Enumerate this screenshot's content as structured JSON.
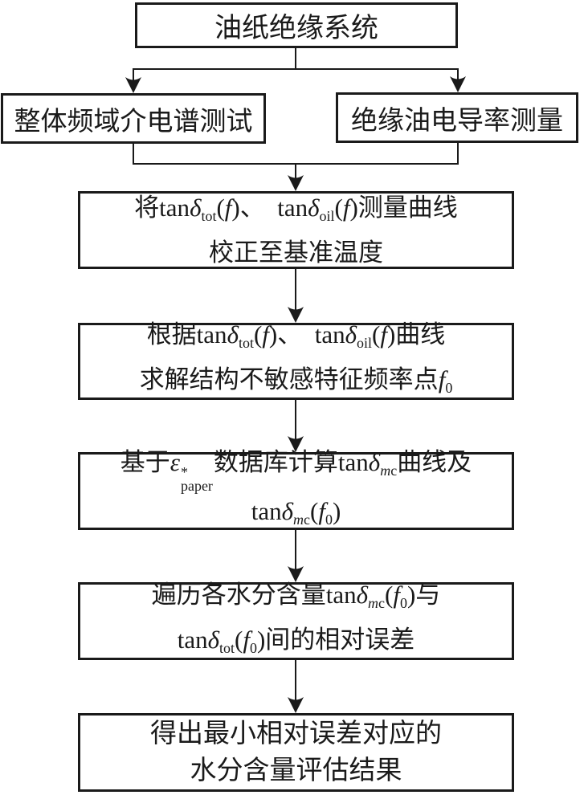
{
  "colors": {
    "ink": "#1a1a1a",
    "background": "#ffffff"
  },
  "flow": {
    "system": {
      "label": "油纸绝缘系统"
    },
    "fds_test": {
      "label": "整体频域介电谱测试"
    },
    "oil_conductivity": {
      "label": "绝缘油电导率测量"
    },
    "temp_correction": {
      "lines": [
        [
          {
            "t": "将tan"
          },
          {
            "t": "δ",
            "s": "i"
          },
          {
            "t": "tot",
            "s": "sub"
          },
          {
            "t": "("
          },
          {
            "t": "f",
            "s": "i"
          },
          {
            "t": ")、 tan"
          },
          {
            "t": "δ",
            "s": "i"
          },
          {
            "t": "oil",
            "s": "sub"
          },
          {
            "t": "("
          },
          {
            "t": "f",
            "s": "i"
          },
          {
            "t": ")测量曲线"
          }
        ],
        [
          {
            "t": "校正至基准温度"
          }
        ]
      ]
    },
    "char_frequency": {
      "lines": [
        [
          {
            "t": "根据tan"
          },
          {
            "t": "δ",
            "s": "i"
          },
          {
            "t": "tot",
            "s": "sub"
          },
          {
            "t": "("
          },
          {
            "t": "f",
            "s": "i"
          },
          {
            "t": ")、 tan"
          },
          {
            "t": "δ",
            "s": "i"
          },
          {
            "t": "oil",
            "s": "sub"
          },
          {
            "t": "("
          },
          {
            "t": "f",
            "s": "i"
          },
          {
            "t": ")曲线"
          }
        ],
        [
          {
            "t": "求解结构不敏感特征频率点"
          },
          {
            "t": "f",
            "s": "i"
          },
          {
            "t": "0",
            "s": "sub"
          }
        ]
      ]
    },
    "database_calc": {
      "lines": [
        [
          {
            "t": "基于"
          },
          {
            "t": "ε",
            "s": "i"
          },
          {
            "s": "stack",
            "sup": "*",
            "sub": "paper"
          },
          {
            "t": "数据库计算tan"
          },
          {
            "t": "δ",
            "s": "i"
          },
          {
            "t": "m",
            "s": "subi"
          },
          {
            "t": "c",
            "s": "sub"
          },
          {
            "t": "曲线及"
          }
        ],
        [
          {
            "t": "tan"
          },
          {
            "t": "δ",
            "s": "i"
          },
          {
            "t": "m",
            "s": "subi"
          },
          {
            "t": "c",
            "s": "sub"
          },
          {
            "t": "("
          },
          {
            "t": "f",
            "s": "i"
          },
          {
            "t": "0",
            "s": "sub"
          },
          {
            "t": ")"
          }
        ]
      ]
    },
    "relative_error": {
      "lines": [
        [
          {
            "t": "遍历各水分含量tan"
          },
          {
            "t": "δ",
            "s": "i"
          },
          {
            "t": "m",
            "s": "subi"
          },
          {
            "t": "c",
            "s": "sub"
          },
          {
            "t": "("
          },
          {
            "t": "f",
            "s": "i"
          },
          {
            "t": "0",
            "s": "sub"
          },
          {
            "t": ")与"
          }
        ],
        [
          {
            "t": "tan"
          },
          {
            "t": "δ",
            "s": "i"
          },
          {
            "t": "tot",
            "s": "sub"
          },
          {
            "t": "("
          },
          {
            "t": "f",
            "s": "i"
          },
          {
            "t": "0",
            "s": "sub"
          },
          {
            "t": ")间的相对误差"
          }
        ]
      ]
    },
    "result": {
      "lines": [
        [
          {
            "t": "得出最小相对误差对应的"
          }
        ],
        [
          {
            "t": "水分含量评估结果"
          }
        ]
      ]
    }
  }
}
